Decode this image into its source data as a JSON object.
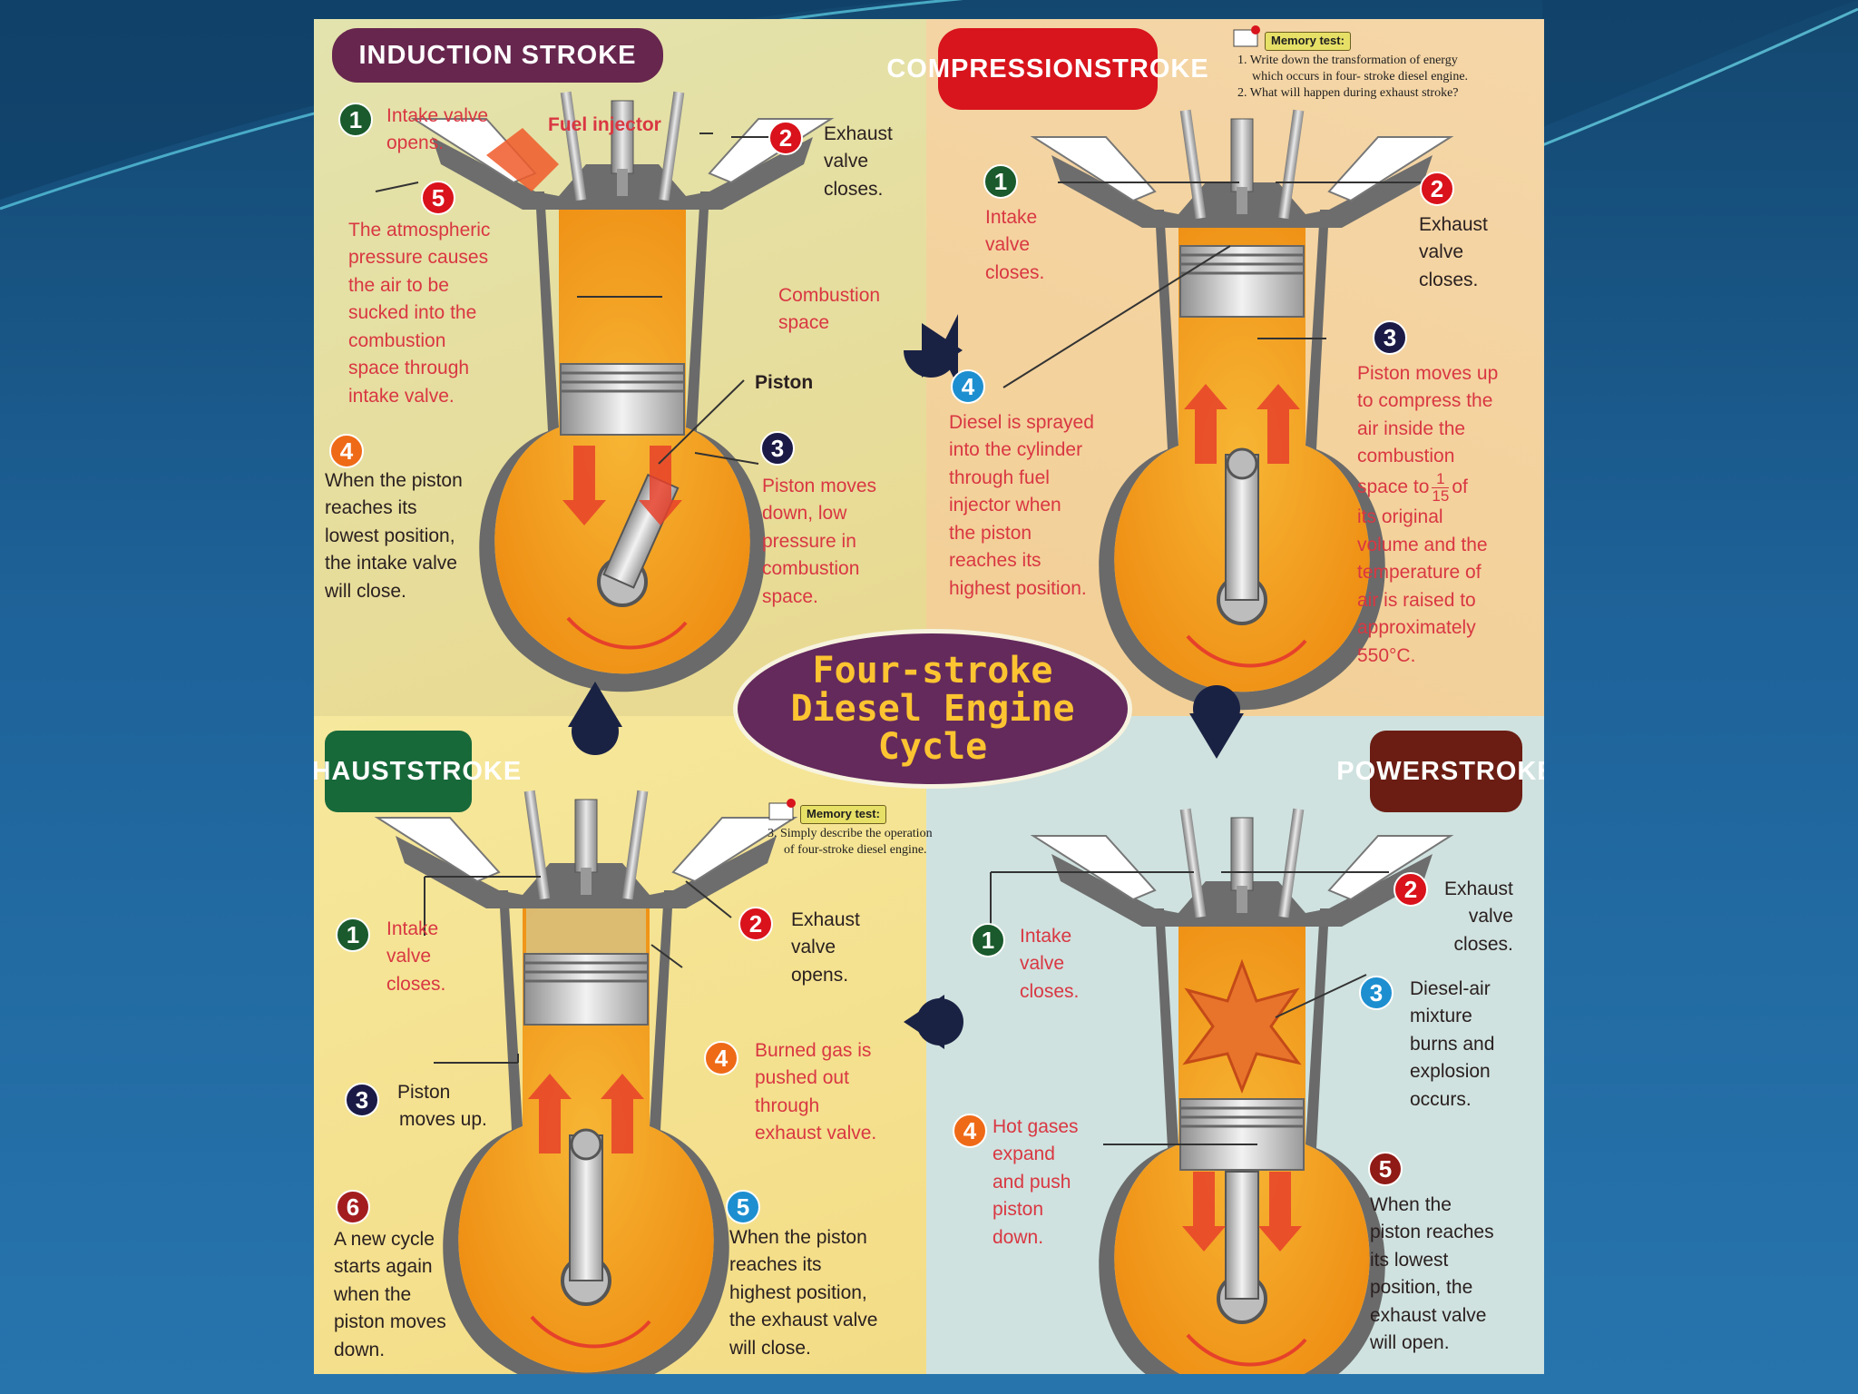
{
  "center_title": [
    "Four-stroke",
    "Diesel Engine",
    "Cycle"
  ],
  "colors": {
    "slide_bg": "#1d5f95",
    "induction_title": "#67264e",
    "compression_title": "#d8141d",
    "exhaust_title": "#17693a",
    "power_title": "#6b1d14",
    "fuel": "#f29a17",
    "callout_red": "#d93742"
  },
  "induction": {
    "title": "INDUCTION STROKE",
    "callouts": [
      {
        "num": "1",
        "text": [
          "Intake valve",
          "opens."
        ]
      },
      {
        "text": [
          "Fuel injector"
        ]
      },
      {
        "num": "2",
        "text": [
          "Exhaust",
          "valve",
          "closes."
        ]
      },
      {
        "num": "5",
        "text": [
          "The atmospheric",
          "pressure causes",
          "the air to be",
          "sucked into the",
          "combustion",
          "space through",
          "intake valve."
        ]
      },
      {
        "text": [
          "Combustion",
          "space"
        ]
      },
      {
        "text": [
          "Piston"
        ]
      },
      {
        "num": "3",
        "text": [
          "Piston moves",
          "down, low",
          "pressure in",
          "combustion",
          "space."
        ]
      },
      {
        "num": "4",
        "text": [
          "When the piston",
          "reaches its",
          "lowest position,",
          "the intake valve",
          "will close."
        ]
      }
    ]
  },
  "compression": {
    "title": [
      "COMPRESSION",
      "STROKE"
    ],
    "memo": {
      "tag": "Memory test:",
      "items": [
        "1. Write down the transformation of energy",
        "which occurs in four- stroke diesel engine.",
        "2. What will happen during exhaust stroke?"
      ]
    },
    "callouts": [
      {
        "num": "1",
        "text": [
          "Intake",
          "valve",
          "closes."
        ]
      },
      {
        "num": "2",
        "text": [
          "Exhaust",
          "valve",
          "closes."
        ]
      },
      {
        "num": "3",
        "text": [
          "Piston moves up",
          "to compress the",
          "air inside the",
          "combustion"
        ],
        "text2": "space to",
        "frac_num": "1",
        "frac_den": "15",
        "frac_after": "of",
        "text3": [
          "its original",
          "volume and the",
          "temperature of",
          "air is raised to",
          "approximately",
          "550°C."
        ]
      },
      {
        "num": "4",
        "text": [
          "Diesel is sprayed",
          "into the cylinder",
          "through fuel",
          "injector when",
          "the piston",
          "reaches its",
          "highest position."
        ]
      }
    ]
  },
  "exhaust": {
    "title": [
      "EXHAUST",
      "STROKE"
    ],
    "memo": {
      "tag": "Memory test:",
      "items": [
        "3. Simply describe the operation",
        "of four-stroke diesel engine."
      ]
    },
    "callouts": [
      {
        "num": "1",
        "text": [
          "Intake",
          "valve",
          "closes."
        ]
      },
      {
        "num": "2",
        "text": [
          "Exhaust",
          "valve",
          "opens."
        ]
      },
      {
        "num": "3",
        "text": [
          "Piston",
          "moves up."
        ]
      },
      {
        "num": "4",
        "text": [
          "Burned gas is",
          "pushed out",
          "through",
          "exhaust valve."
        ]
      },
      {
        "num": "5",
        "text": [
          "When the piston",
          "reaches its",
          "highest position,",
          "the exhaust valve",
          "will close."
        ]
      },
      {
        "num": "6",
        "text": [
          "A new cycle",
          "starts again",
          "when the",
          "piston moves",
          "down."
        ]
      }
    ]
  },
  "power": {
    "title": [
      "POWER",
      "STROKE"
    ],
    "callouts": [
      {
        "num": "1",
        "text": [
          "Intake",
          "valve",
          "closes."
        ]
      },
      {
        "num": "2",
        "text": [
          "Exhaust",
          "valve",
          "closes."
        ]
      },
      {
        "num": "3",
        "text": [
          "Diesel-air",
          "mixture",
          "burns and",
          "explosion",
          "occurs."
        ]
      },
      {
        "num": "4",
        "text": [
          "Hot gases",
          "expand",
          "and push",
          "piston",
          "down."
        ]
      },
      {
        "num": "5",
        "text": [
          "When the",
          "piston reaches",
          "its lowest",
          "position, the",
          "exhaust valve",
          "will open."
        ]
      }
    ]
  }
}
